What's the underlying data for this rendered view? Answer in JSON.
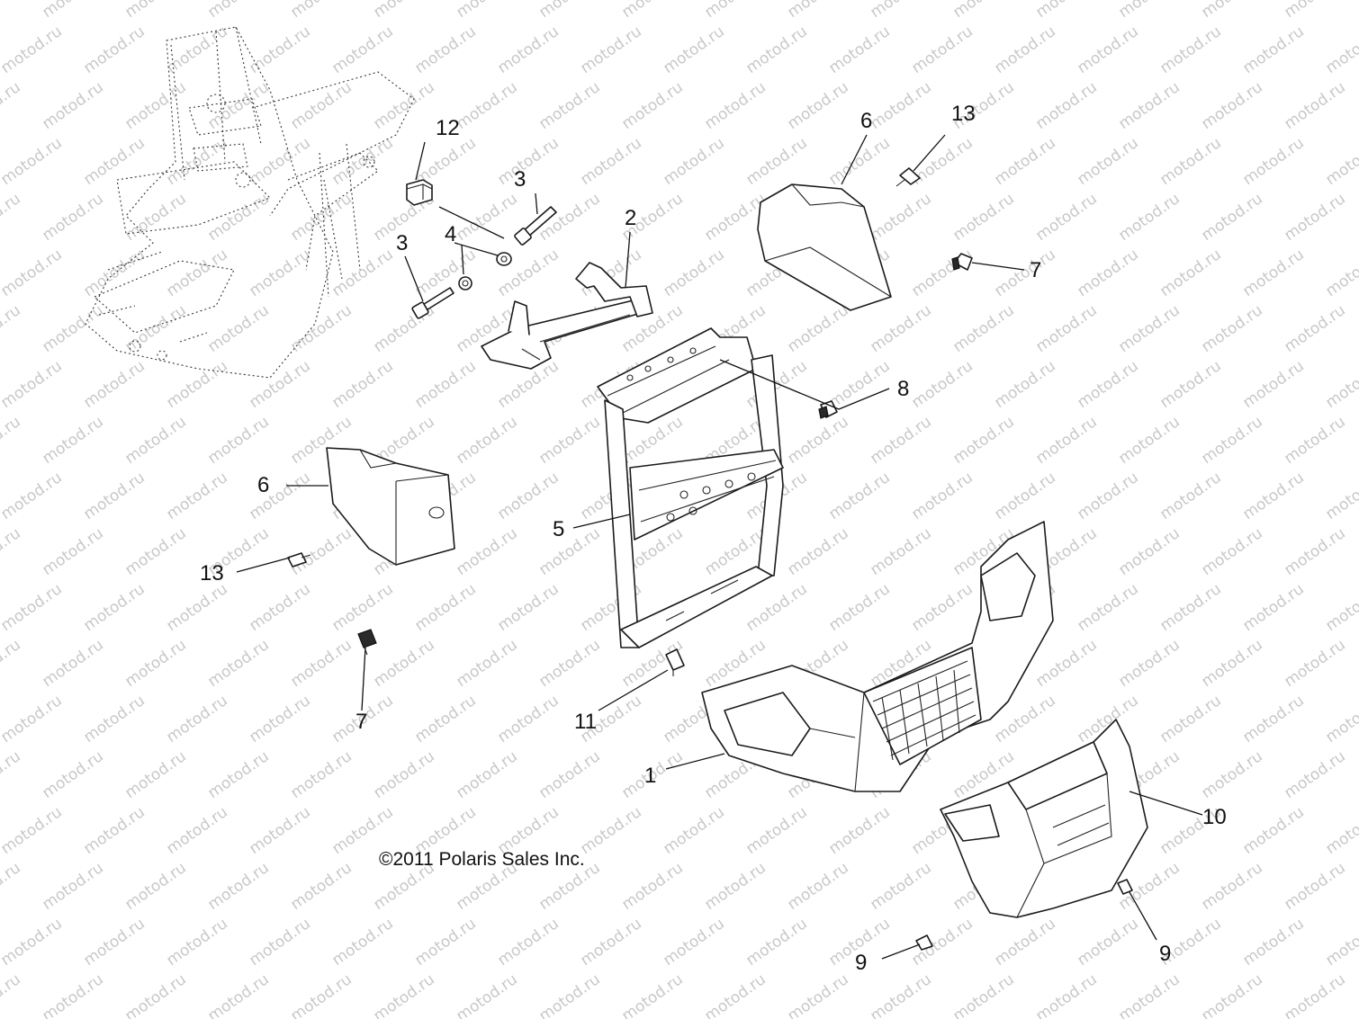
{
  "watermark": "motod.ru",
  "copyright": "©2011 Polaris Sales Inc.",
  "callouts": [
    "1",
    "2",
    "3",
    "3",
    "4",
    "5",
    "6",
    "6",
    "7",
    "7",
    "8",
    "9",
    "9",
    "10",
    "11",
    "12",
    "13",
    "13"
  ],
  "colors": {
    "line": "#1a1a1a",
    "watermark": "#c8c8c8",
    "background": "#ffffff"
  }
}
